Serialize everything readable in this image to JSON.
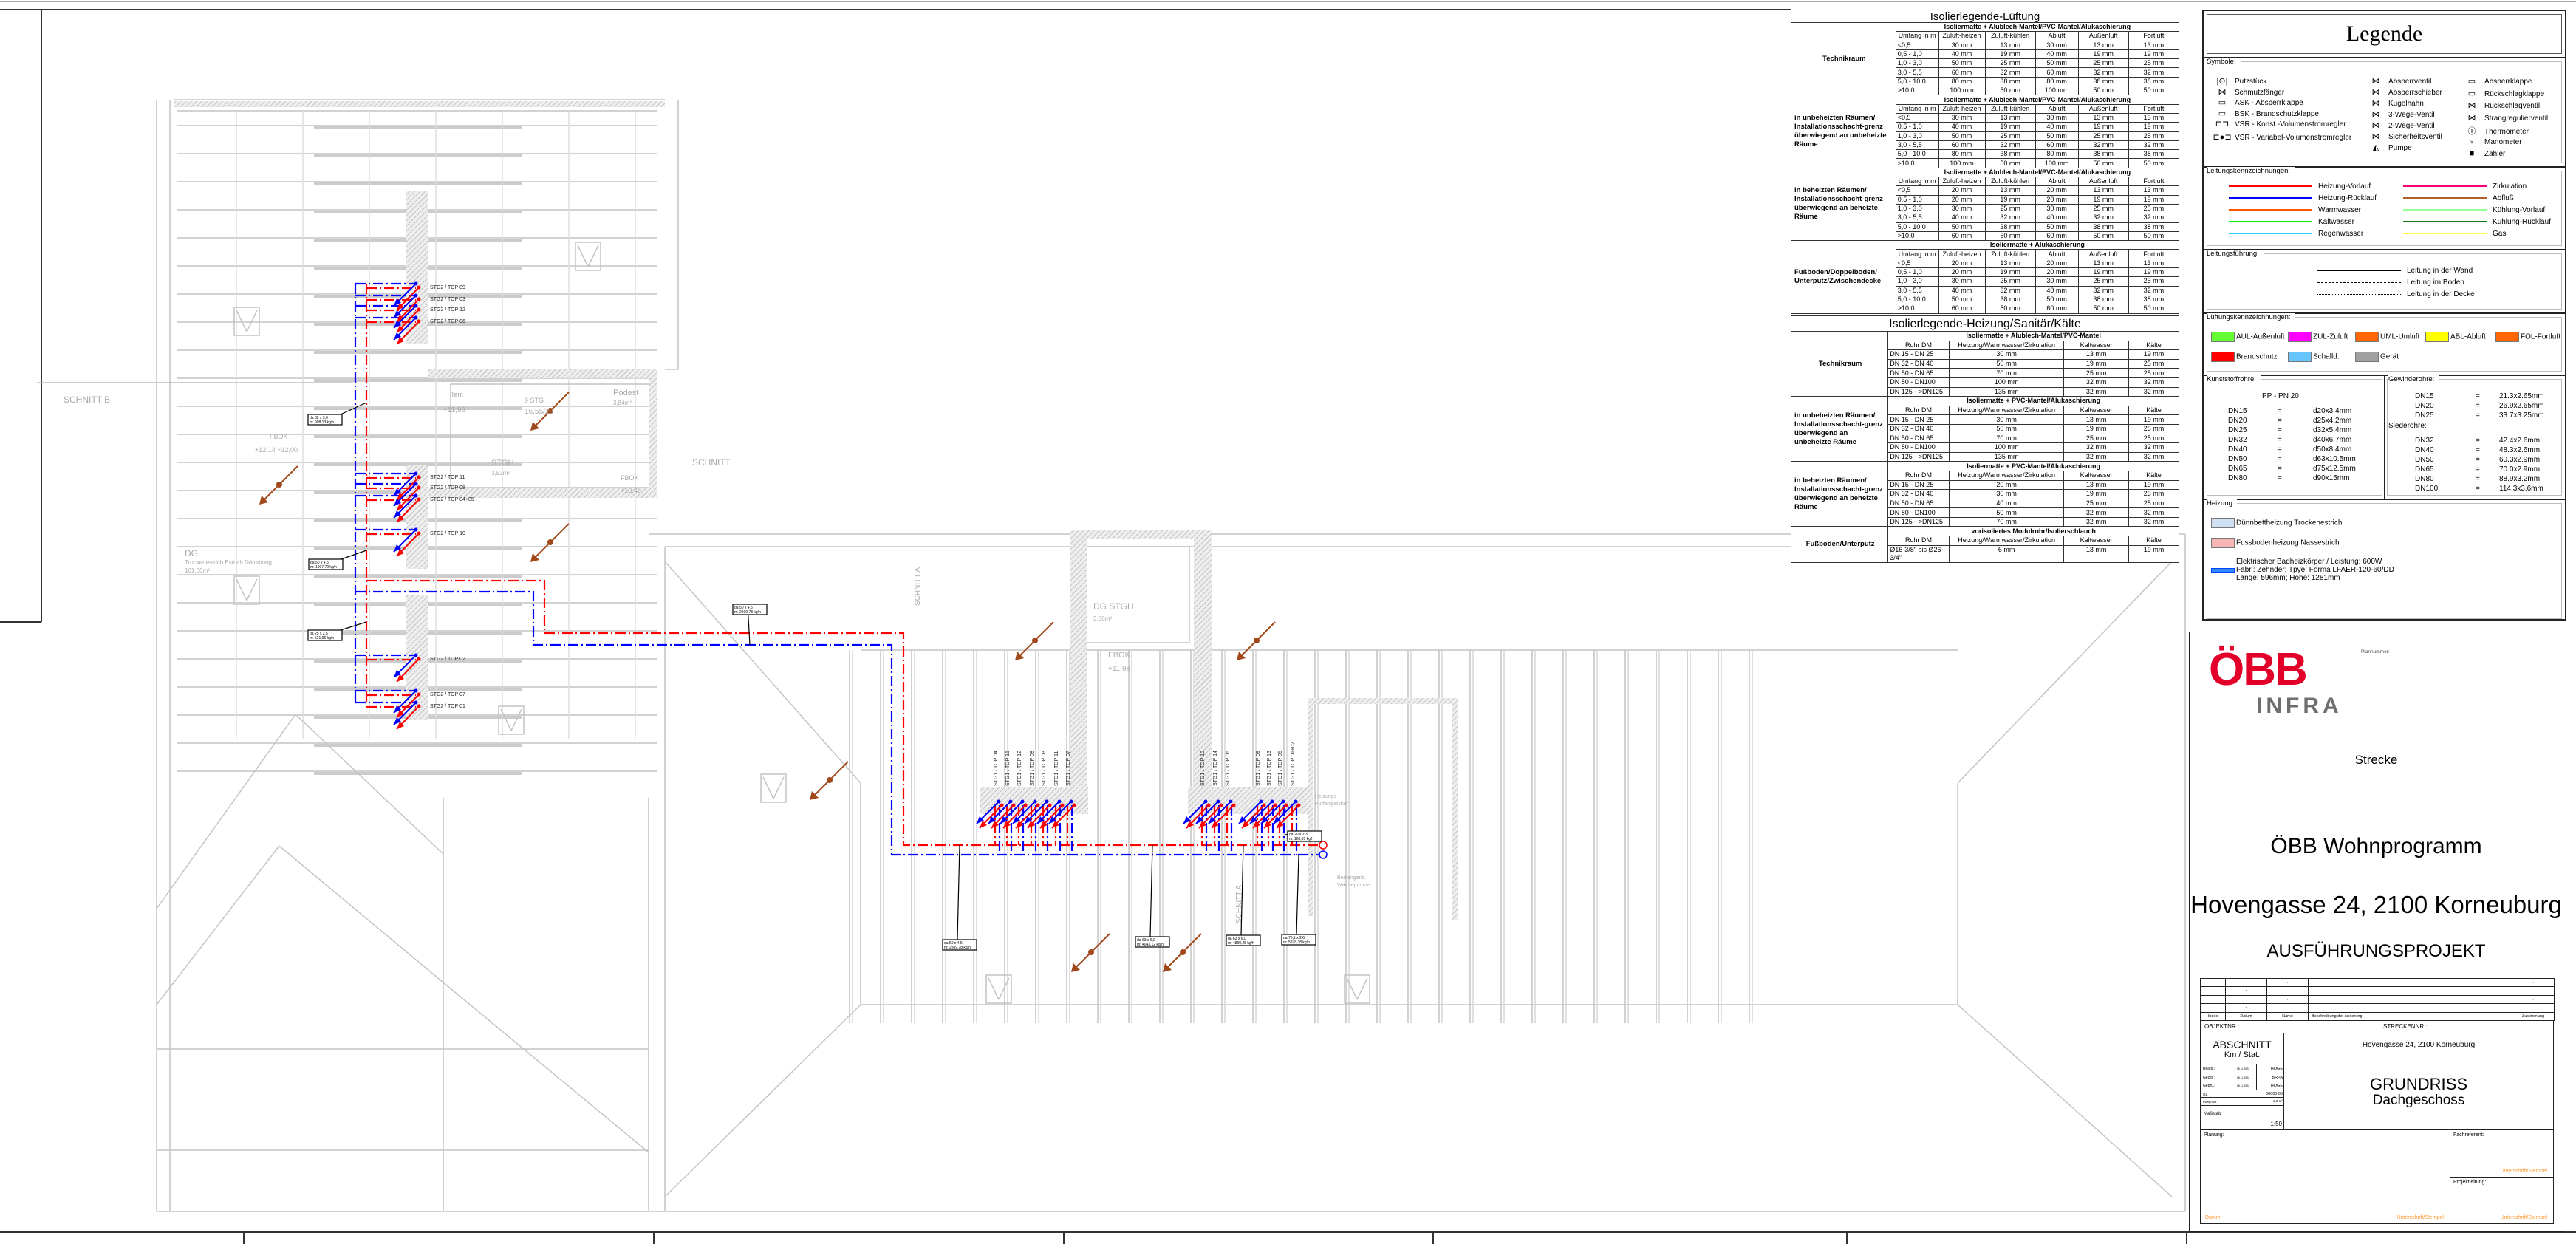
{
  "drawing": {
    "pipe_labels": [
      {
        "l1": "da 32 x 3,0",
        "l2": "m: 998,13 kg/h"
      },
      {
        "l1": "da 50 x 4,5",
        "l2": "m: 1907,79 kg/h"
      },
      {
        "l1": "da 25 x 2,5",
        "l2": "m: 531,96 kg/h"
      },
      {
        "l1": "da 50 x 4,5",
        "l2": "m: 2509,78 kg/h"
      },
      {
        "l1": "da 50 x 4,5",
        "l2": "m: 2509,78 kg/h"
      },
      {
        "l1": "da 63 x 6,0",
        "l2": "m: 4043,12 kg/h"
      },
      {
        "l1": "da 63 x 6,0",
        "l2": "m: 4890,25 kg/h"
      },
      {
        "l1": "da 76,1 x 2,6",
        "l2": "m: 5878,38 kg/h"
      },
      {
        "l1": "da 20 x 2,3",
        "l2": "m: 166,85 kg/h"
      }
    ],
    "stg2_labels": [
      "STG2 / TOP 09",
      "STG2 / TOP 03",
      "STG2 / TOP 12",
      "STG2 / TOP 06",
      "STG2 / TOP 11",
      "STG2 / TOP 08",
      "STG2 / TOP 04+05",
      "STG2 / TOP 10",
      "STG2 / TOP 02",
      "STG2 / TOP 07",
      "STG2 / TOP 01"
    ],
    "stg1_labels": [
      "STG1 / TOP 04",
      "STG1 / TOP 15",
      "STG1 / TOP 12",
      "STG1 / TOP 08",
      "STG1 / TOP 03",
      "STG1 / TOP 11",
      "STG1 / TOP 07",
      "STG1 / TOP 10",
      "STG1 / TOP 14",
      "STG1 / TOP 06",
      "STG1 / TOP 09",
      "STG1 / TOP 13",
      "STG1 / TOP 05",
      "STG1 / TOP 01+02"
    ],
    "room_texts": [
      "SCHNITT B",
      "SCHNITT",
      "FBOK",
      "+12,14  +12,00",
      "DG",
      "Trockenestrich Estrich  Dämmung",
      "161,66m²",
      "Terr.",
      "+11,98",
      "9  STG",
      "16,55/28",
      "Podest",
      "3,84m²",
      "FBOK",
      "+10,49",
      "STGH",
      "3,52m²",
      "DG  STGH",
      "3,56m²",
      "FBOK",
      "+11,98",
      "Heizungs-",
      "Pufferspeicher",
      "Bediengerät",
      "Wärmepumpe",
      "SCHNITT A",
      "SCHNITT A"
    ],
    "colors": {
      "vorlauf": "#ff0000",
      "ruecklauf": "#0000ff",
      "abfluss": "#a0481a",
      "wall": "#c8c8c8"
    }
  },
  "iso_lueftung": {
    "title": "Isolierlegende-Lüftung",
    "columns": [
      "Umfang in m",
      "Zuluft-heizen",
      "Zuluft-kühlen",
      "Abluft",
      "Außenluft",
      "Fortluft"
    ],
    "blocks": [
      {
        "label": "Technikraum",
        "sub": "Isoliermatte + Alublech-Mantel/PVC-Mantel/Alukaschierung",
        "rows": [
          [
            "<0,5",
            "30 mm",
            "13 mm",
            "30 mm",
            "13 mm",
            "13 mm"
          ],
          [
            "0,5 - 1,0",
            "40 mm",
            "19 mm",
            "40 mm",
            "19 mm",
            "19 mm"
          ],
          [
            "1,0 - 3,0",
            "50 mm",
            "25 mm",
            "50 mm",
            "25 mm",
            "25 mm"
          ],
          [
            "3,0 - 5,5",
            "60 mm",
            "32 mm",
            "60 mm",
            "32 mm",
            "32 mm"
          ],
          [
            "5,0 - 10,0",
            "80 mm",
            "38 mm",
            "80 mm",
            "38 mm",
            "38 mm"
          ],
          [
            ">10,0",
            "100 mm",
            "50 mm",
            "100 mm",
            "50 mm",
            "50 mm"
          ]
        ]
      },
      {
        "label": "in unbeheizten Räumen/ Installationsschacht-grenz überwiegend an unbeheizte Räume",
        "sub": "Isoliermatte + Alublech-Mantel/PVC-Mantel/Alukaschierung",
        "rows": [
          [
            "<0,5",
            "30 mm",
            "13 mm",
            "30 mm",
            "13 mm",
            "13 mm"
          ],
          [
            "0,5 - 1,0",
            "40 mm",
            "19 mm",
            "40 mm",
            "19 mm",
            "19 mm"
          ],
          [
            "1,0 - 3,0",
            "50 mm",
            "25 mm",
            "50 mm",
            "25 mm",
            "25 mm"
          ],
          [
            "3,0 - 5,5",
            "60 mm",
            "32 mm",
            "60 mm",
            "32 mm",
            "32 mm"
          ],
          [
            "5,0 - 10,0",
            "80 mm",
            "38 mm",
            "80 mm",
            "38 mm",
            "38 mm"
          ],
          [
            ">10,0",
            "100 mm",
            "50 mm",
            "100 mm",
            "50 mm",
            "50 mm"
          ]
        ]
      },
      {
        "label": "in beheizten Räumen/ Installationsschacht-grenz überwiegend an beheizte Räume",
        "sub": "Isoliermatte + Alublech-Mantel/PVC-Mantel/Alukaschierung",
        "rows": [
          [
            "<0,5",
            "20 mm",
            "13 mm",
            "20 mm",
            "13 mm",
            "13 mm"
          ],
          [
            "0,5 - 1,0",
            "20 mm",
            "19 mm",
            "20 mm",
            "19 mm",
            "19 mm"
          ],
          [
            "1,0 - 3,0",
            "30 mm",
            "25 mm",
            "30 mm",
            "25 mm",
            "25 mm"
          ],
          [
            "3,0 - 5,5",
            "40 mm",
            "32 mm",
            "40 mm",
            "32 mm",
            "32 mm"
          ],
          [
            "5,0 - 10,0",
            "50 mm",
            "38 mm",
            "50 mm",
            "38 mm",
            "38 mm"
          ],
          [
            ">10,0",
            "60 mm",
            "50 mm",
            "60 mm",
            "50 mm",
            "50 mm"
          ]
        ]
      },
      {
        "label": "Fußboden/Doppelboden/ Unterputz/Zwischendecke",
        "sub": "Isoliermatte + Alukaschierung",
        "rows": [
          [
            "<0,5",
            "20 mm",
            "13 mm",
            "20 mm",
            "13 mm",
            "13 mm"
          ],
          [
            "0,5 - 1,0",
            "20 mm",
            "19 mm",
            "20 mm",
            "19 mm",
            "19 mm"
          ],
          [
            "1,0 - 3,0",
            "30 mm",
            "25 mm",
            "30 mm",
            "25 mm",
            "25 mm"
          ],
          [
            "3,0 - 5,5",
            "40 mm",
            "32 mm",
            "40 mm",
            "32 mm",
            "32 mm"
          ],
          [
            "5,0 - 10,0",
            "50 mm",
            "38 mm",
            "50 mm",
            "38 mm",
            "38 mm"
          ],
          [
            ">10,0",
            "60 mm",
            "50 mm",
            "60 mm",
            "50 mm",
            "50 mm"
          ]
        ]
      }
    ]
  },
  "iso_heizung": {
    "title": "Isolierlegende-Heizung/Sanitär/Kälte",
    "columns": [
      "Rohr DM",
      "Heizung/Warmwasser/Zirkulation",
      "Kaltwasser",
      "Kälte"
    ],
    "blocks": [
      {
        "label": "Technikraum",
        "sub": "Isoliermatte + Alublech-Mantel/PVC-Mantel",
        "rows": [
          [
            "DN 15 - DN 25",
            "30 mm",
            "13 mm",
            "19 mm"
          ],
          [
            "DN 32 - DN 40",
            "50 mm",
            "19 mm",
            "25 mm"
          ],
          [
            "DN 50 - DN 65",
            "70 mm",
            "25 mm",
            "25 mm"
          ],
          [
            "DN 80 - DN100",
            "100 mm",
            "32 mm",
            "32 mm"
          ],
          [
            "DN 125 - >DN125",
            "135 mm",
            "32 mm",
            "32 mm"
          ]
        ]
      },
      {
        "label": "in unbeheizten Räumen/ Installationsschacht-grenz überwiegend an unbeheizte Räume",
        "sub": "Isoliermatte + PVC-Mantel/Alukaschierung",
        "rows": [
          [
            "DN 15 - DN 25",
            "30 mm",
            "13 mm",
            "19 mm"
          ],
          [
            "DN 32 - DN 40",
            "50 mm",
            "19 mm",
            "25 mm"
          ],
          [
            "DN 50 - DN 65",
            "70 mm",
            "25 mm",
            "25 mm"
          ],
          [
            "DN 80 - DN100",
            "100 mm",
            "32 mm",
            "32 mm"
          ],
          [
            "DN 125 - >DN125",
            "135 mm",
            "32 mm",
            "32 mm"
          ]
        ]
      },
      {
        "label": "in beheizten Räumen/ Installationsschacht-grenz überwiegend an beheizte Räume",
        "sub": "Isoliermatte + PVC-Mantel/Alukaschierung",
        "rows": [
          [
            "DN 15 - DN 25",
            "20 mm",
            "13 mm",
            "19 mm"
          ],
          [
            "DN 32 - DN 40",
            "30 mm",
            "19 mm",
            "25 mm"
          ],
          [
            "DN 50 - DN 65",
            "40 mm",
            "25 mm",
            "25 mm"
          ],
          [
            "DN 80 - DN100",
            "50 mm",
            "32 mm",
            "32 mm"
          ],
          [
            "DN 125 - >DN125",
            "70 mm",
            "32 mm",
            "32 mm"
          ]
        ]
      },
      {
        "label": "Fußboden/Unterputz",
        "sub": "vorisoliertes Modulrohr/Isolierschlauch",
        "rows": [
          [
            "Ø16-3/8\" bis Ø26-3/4\"",
            "6 mm",
            "13 mm",
            "19 mm"
          ]
        ]
      }
    ]
  },
  "legend": {
    "title": "Legende",
    "symbole_caption": "Symbole:",
    "symbols": [
      {
        "icon": "putzstueck-icon",
        "label": "Putzstück"
      },
      {
        "icon": "schmutzfaenger-icon",
        "label": "Schmutzfänger"
      },
      {
        "icon": "absperrklappe-icon",
        "label": "ASK  - Absperrklappe"
      },
      {
        "icon": "brandschutzklappe-icon",
        "label": "BSK  - Brandschutzklappe"
      },
      {
        "icon": "vsr-konst-icon",
        "label": "VSR  - Konst.-Volumenstromregler"
      },
      {
        "icon": "vsr-variabel-icon",
        "label": "VSR  - Variabel-Volumenstromregler"
      },
      {
        "icon": "absperrventil-icon",
        "label": "Absperrventil"
      },
      {
        "icon": "absperrschieber-icon",
        "label": "Absperrschieber"
      },
      {
        "icon": "kugelhahn-icon",
        "label": "Kugelhahn"
      },
      {
        "icon": "3-wege-ventil-icon",
        "label": "3-Wege-Ventil"
      },
      {
        "icon": "2-wege-ventil-icon",
        "label": "2-Wege-Ventil"
      },
      {
        "icon": "sicherheitsventil-icon",
        "label": "Sicherheitsventil"
      },
      {
        "icon": "pumpe-icon",
        "label": "Pumpe"
      },
      {
        "icon": "absperrklappe-icon",
        "label": "Absperrklappe"
      },
      {
        "icon": "rueckschlagklappe-icon",
        "label": "Rückschlagklappe"
      },
      {
        "icon": "rueckschlagventil-icon",
        "label": "Rückschlagventil"
      },
      {
        "icon": "strangregulierventil-icon",
        "label": "Strangregulierventil"
      },
      {
        "icon": "thermometer-icon",
        "label": "Thermometer"
      },
      {
        "icon": "manometer-icon",
        "label": "Manometer"
      },
      {
        "icon": "zaehler-icon",
        "label": "Zähler"
      }
    ],
    "leitung_caption": "Leitungskennzeichnungen:",
    "leitungen": [
      {
        "label": "Heizung-Vorlauf",
        "color": "#ff0000"
      },
      {
        "label": "Heizung-Rücklauf",
        "color": "#0000ff"
      },
      {
        "label": "Warmwasser",
        "color": "#ff5500"
      },
      {
        "label": "Kaltwasser",
        "color": "#00ee00"
      },
      {
        "label": "Regenwasser",
        "color": "#22ccff"
      },
      {
        "label": "Zirkulation",
        "color": "#ff0077"
      },
      {
        "label": "Abfluß",
        "color": "#b0602a"
      },
      {
        "label": "Kühlung-Vorlauf",
        "color": "#99ff99"
      },
      {
        "label": "Kühlung-Rücklauf",
        "color": "#117711"
      },
      {
        "label": "Gas",
        "color": "#ffff44"
      }
    ],
    "fuehrung_caption": "Leitungsführung:",
    "fuehrung": [
      {
        "label": "Leitung in der Wand",
        "style": "solid"
      },
      {
        "label": "Leitung im Boden",
        "style": "dashed"
      },
      {
        "label": "Leitung in der Decke",
        "style": "dotted"
      }
    ],
    "lueftung_caption": "Lüftungskennzeichnungen:",
    "lueftung": [
      {
        "label": "AUL-Außenluft",
        "color": "#66ff33"
      },
      {
        "label": "ZUL-Zuluft",
        "color": "#ff00ff"
      },
      {
        "label": "UML-Umluft",
        "color": "#ff6600"
      },
      {
        "label": "ABL-Abluft",
        "color": "#ffff00"
      },
      {
        "label": "FOL-Fortluft",
        "color": "#ff6600"
      },
      {
        "label": "Brandschutz",
        "color": "#ff0000"
      },
      {
        "label": "Schalld.",
        "color": "#66c4ff"
      },
      {
        "label": "Gerät",
        "color": "#a0a0a0"
      }
    ],
    "kunststoff_caption": "Kunststoffrohre:",
    "kunststoff_type": "PP  -  PN 20",
    "kunststoff": [
      [
        "DN15",
        "=",
        "d20x3.4mm"
      ],
      [
        "DN20",
        "=",
        "d25x4.2mm"
      ],
      [
        "DN25",
        "=",
        "d32x5.4mm"
      ],
      [
        "DN32",
        "=",
        "d40x6.7mm"
      ],
      [
        "DN40",
        "=",
        "d50x8.4mm"
      ],
      [
        "DN50",
        "=",
        "d63x10.5mm"
      ],
      [
        "DN65",
        "=",
        "d75x12.5mm"
      ],
      [
        "DN80",
        "=",
        "d90x15mm"
      ]
    ],
    "gewinde_caption": "Gewinderohre:",
    "gewinde": [
      [
        "DN15",
        "=",
        "21.3x2.65mm"
      ],
      [
        "DN20",
        "=",
        "26.9x2.65mm"
      ],
      [
        "DN25",
        "=",
        "33.7x3.25mm"
      ]
    ],
    "siede_caption": "Siederohre:",
    "siede": [
      [
        "DN32",
        "=",
        "42.4x2.6mm"
      ],
      [
        "DN40",
        "=",
        "48.3x2.6mm"
      ],
      [
        "DN50",
        "=",
        "60.3x2.9mm"
      ],
      [
        "DN65",
        "=",
        "70.0x2.9mm"
      ],
      [
        "DN80",
        "=",
        "88.9x3.2mm"
      ],
      [
        "DN100",
        "=",
        "114.3x3.6mm"
      ]
    ],
    "heizung_caption": "Heizung",
    "heizung": [
      {
        "label": "Dünnbettheizung Trockenestrich",
        "color": "#cfe0f2"
      },
      {
        "label": "Fussbodenheizung Nassestrich",
        "color": "#f7b6b6"
      },
      {
        "label": "Elektrischer Badheizkörper / Leistung: 600W",
        "label2": "Fabr.: Zehnder; Tpye: Forma LFAER-120-60/DD",
        "label3": "Länge: 596mm; Höhe: 1281mm",
        "color": "#3388ff"
      }
    ]
  },
  "titleblock": {
    "logo_top": "ÖBB",
    "logo_bottom": "INFRA",
    "plannummer_label": "Plannummer:",
    "strecke": "Strecke",
    "project": "ÖBB Wohnprogramm",
    "address": "Hovengasse 24, 2100 Korneuburg",
    "phase": "AUSFÜHRUNGSPROJEKT",
    "revision_headers": [
      "Index",
      "Datum",
      "Name",
      "Beschreibung der Änderung",
      "Zustimmung"
    ],
    "revision_rows": [
      [
        "-",
        "-",
        ".",
        ".",
        "."
      ],
      [
        "-",
        "-",
        ".",
        ".",
        "."
      ],
      [
        "-",
        "-",
        ".",
        ".",
        "."
      ],
      [
        "-",
        "-",
        ".",
        ".",
        "."
      ]
    ],
    "objektnr_label": "OBJEKTNR.:",
    "streckennr_label": "STRECKENNR.:",
    "abschnitt": "ABSCHNITT",
    "km_stat": "Km / Stat.",
    "address_small": "Hovengasse 24, 2100 Korneuburg",
    "meta": [
      [
        "Bearb.:",
        "08.11.2022",
        "HOGE"
      ],
      [
        "Gezei.:",
        "08.11.2022",
        "BRPA"
      ],
      [
        "Geprü.:",
        "08.11.2022",
        "HOGE"
      ]
    ],
    "gz_label": "GZ",
    "gz_value": "00000.00",
    "plangroesse_label": "Plangröße",
    "plangroesse_value": "2,0 m²",
    "massstab_label": "Maßstab",
    "massstab_value": "1:50",
    "plan_title": "GRUNDRISS",
    "plan_subtitle": "Dachgeschoss",
    "planung_label": "Planung:",
    "datum_label": "Datum",
    "unterschrift_label": "Unterschrift/Stempel",
    "fachreferent_label": "Fachreferent:",
    "projektleitung_label": "Projektleitung:",
    "brand_color": "#e2002a",
    "infra_color": "#6d6e70"
  }
}
